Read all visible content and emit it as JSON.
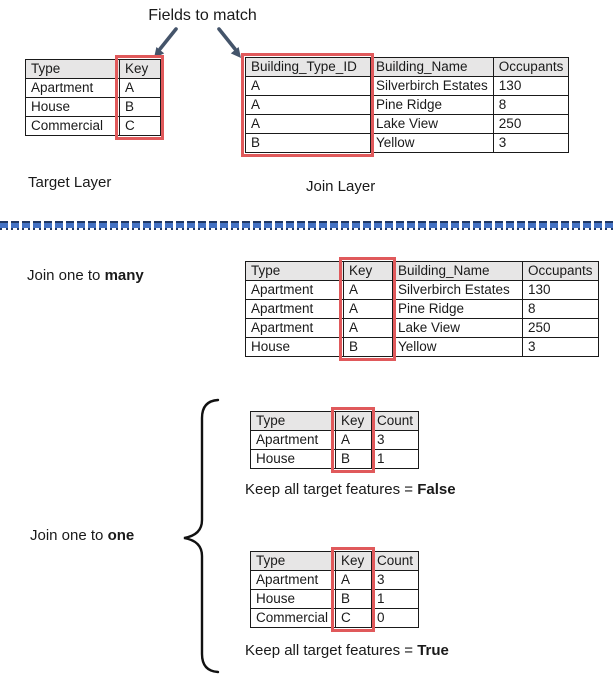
{
  "header": {
    "title": "Fields to match"
  },
  "colors": {
    "accent_red": "#e0595b",
    "header_gray": "#e7e6e6",
    "divider_blue": "#4472c4",
    "divider_navy": "#203864",
    "arrow_slate": "#44546a",
    "text": "#1a1a1a"
  },
  "icons": {
    "arrow_down_left": "arrow-down-left-icon",
    "arrow_down_right": "arrow-down-right-icon",
    "curly_brace": "curly-brace-icon",
    "divider": "dashed-divider"
  },
  "target_section": {
    "caption": "Target Layer",
    "table": {
      "headers": [
        "Type",
        "Key"
      ],
      "rows": [
        [
          "Apartment",
          "A"
        ],
        [
          "House",
          "B"
        ],
        [
          "Commercial",
          "C"
        ]
      ],
      "highlight_col": 1
    }
  },
  "join_section": {
    "caption": "Join Layer",
    "table": {
      "headers": [
        "Building_Type_ID",
        "Building_Name",
        "Occupants"
      ],
      "rows": [
        [
          "A",
          "Silverbirch Estates",
          "130"
        ],
        [
          "A",
          "Pine Ridge",
          "8"
        ],
        [
          "A",
          "Lake View",
          "250"
        ],
        [
          "B",
          "Yellow",
          "3"
        ]
      ],
      "highlight_col": 0
    }
  },
  "one_to_many_section": {
    "label_prefix": "Join one to ",
    "label_bold": "many",
    "table": {
      "headers": [
        "Type",
        "Key",
        "Building_Name",
        "Occupants"
      ],
      "rows": [
        [
          "Apartment",
          "A",
          "Silverbirch Estates",
          "130"
        ],
        [
          "Apartment",
          "A",
          "Pine Ridge",
          "8"
        ],
        [
          "Apartment",
          "A",
          "Lake View",
          "250"
        ],
        [
          "House",
          "B",
          "Yellow",
          "3"
        ]
      ],
      "highlight_col": 1
    }
  },
  "one_to_one_section": {
    "label_prefix": "Join one to ",
    "label_bold": "one",
    "false_table": {
      "headers": [
        "Type",
        "Key",
        "Count"
      ],
      "rows": [
        [
          "Apartment",
          "A",
          "3"
        ],
        [
          "House",
          "B",
          "1"
        ]
      ],
      "highlight_col": 1
    },
    "false_caption_prefix": "Keep all target features = ",
    "false_caption_bold": "False",
    "true_table": {
      "headers": [
        "Type",
        "Key",
        "Count"
      ],
      "rows": [
        [
          "Apartment",
          "A",
          "3"
        ],
        [
          "House",
          "B",
          "1"
        ],
        [
          "Commercial",
          "C",
          "0"
        ]
      ],
      "highlight_col": 1
    },
    "true_caption_prefix": "Keep all target features = ",
    "true_caption_bold": "True"
  }
}
